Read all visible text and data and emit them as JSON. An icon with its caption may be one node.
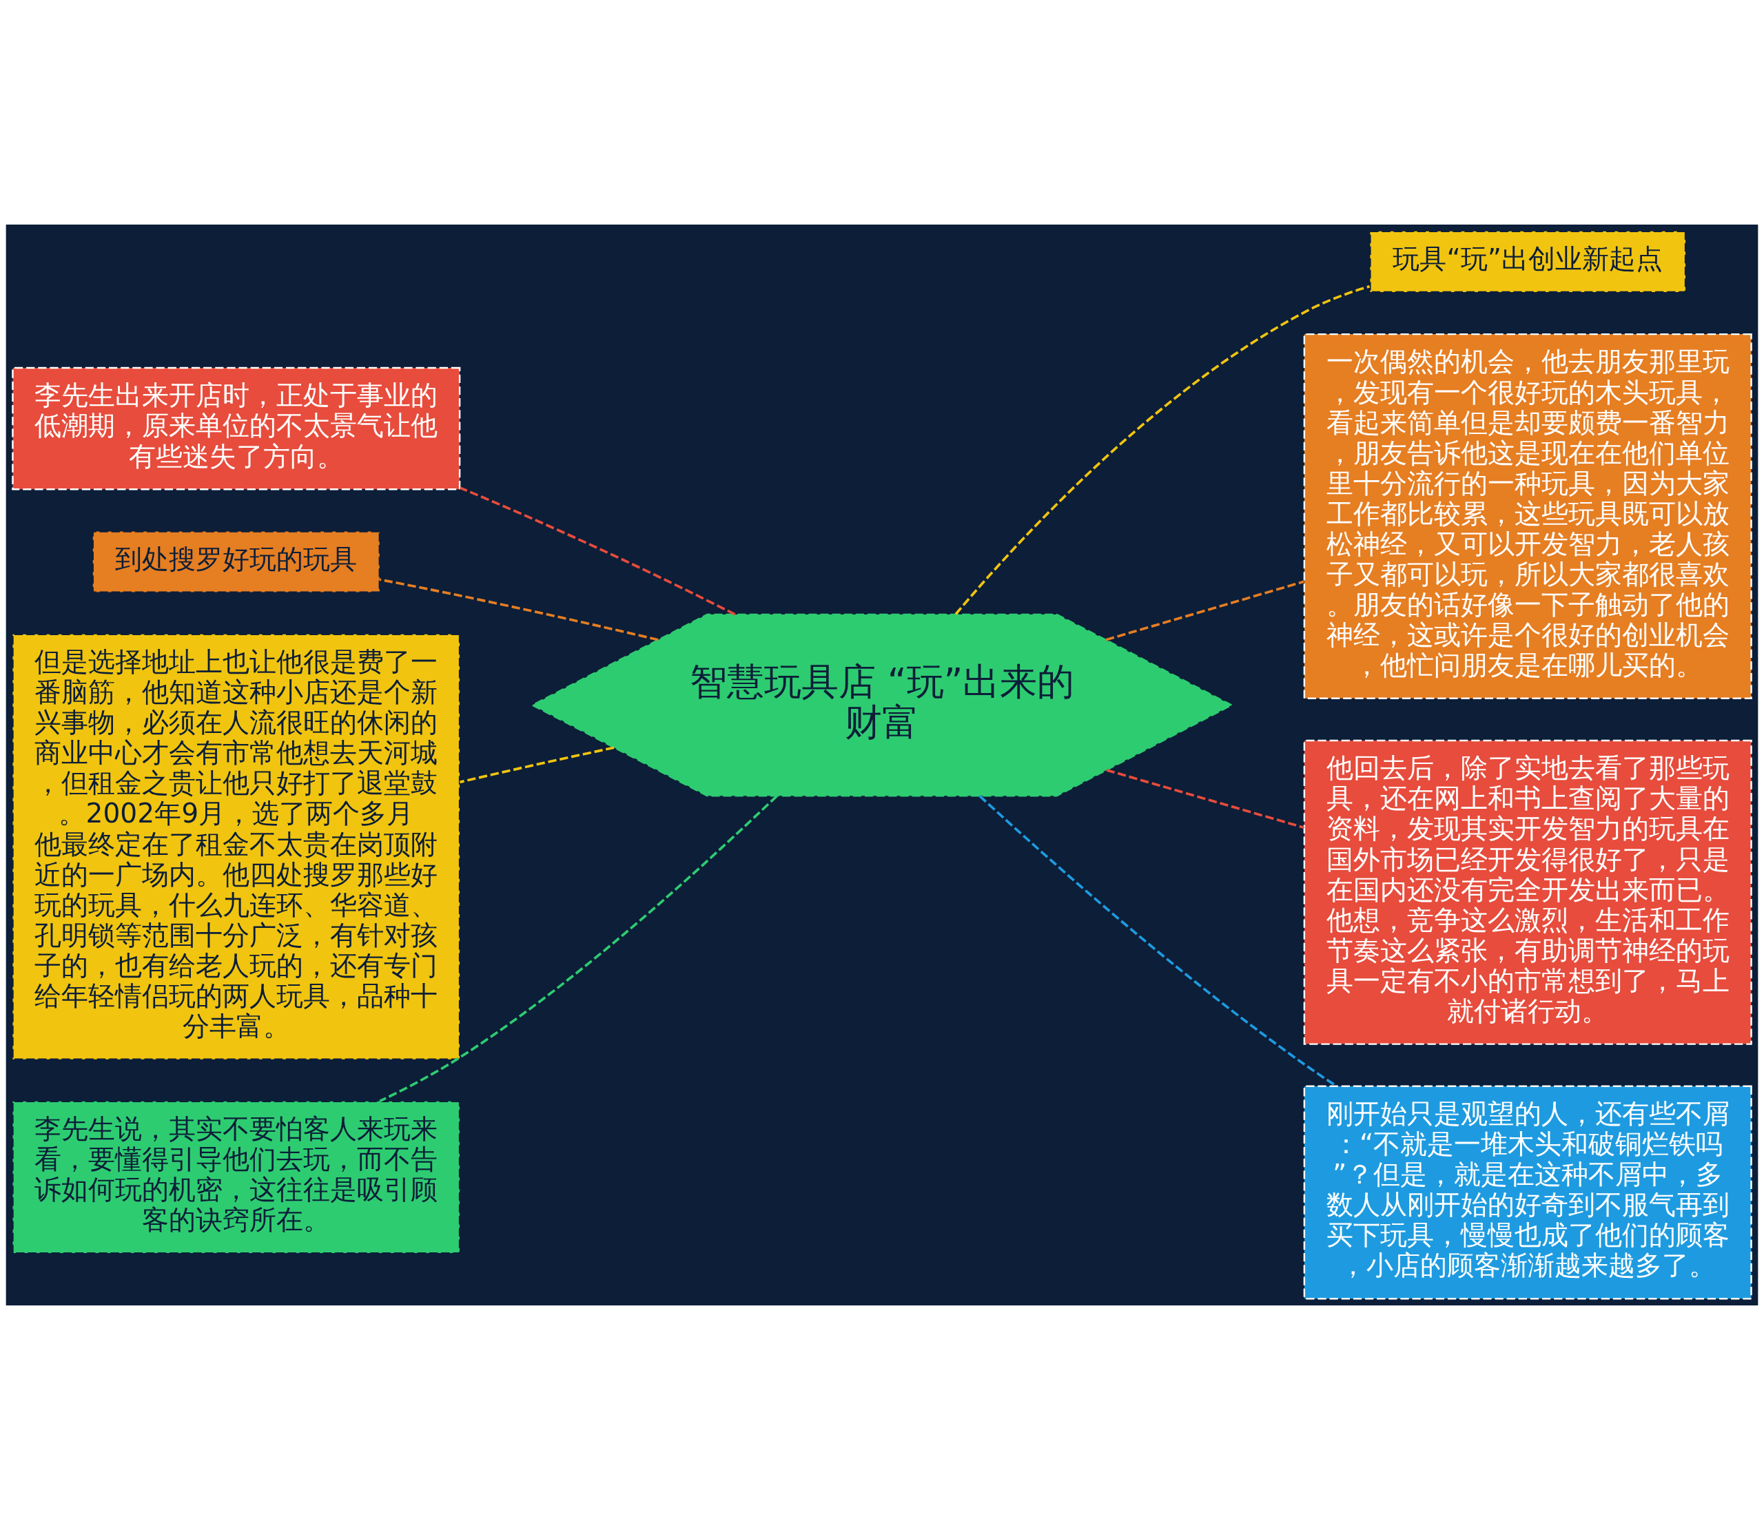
{
  "diagram": {
    "nodes": [
      {
        "text": [
          "智慧玩具店 “玩”出来的财富"
        ]
      },
      {
        "text": [
          "李先生出来开店时，正处于事业的低潮期，原来单位的不太景气让他有些迷失了方向。"
        ]
      },
      {
        "text": [
          "到处搜罗好玩的玩具"
        ]
      },
      {
        "text": [
          "但是选择地址上也让他很是费了一番脑筋，他知道这种小店还是个新兴事物，必须在人流很旺的休闲的商业中心才会有市常他想去天河城，但租金之贵让他只好打了退堂鼓。2002年9月，选了两个多月他最终定在了租金不太贵在岗顶附近的一广场内。他四处搜罗那些好玩的玩具，什么九连环、华容道、孔明锁等范围十分广泛，有针对孩子的，也有给老人玩的，还有专门给年轻情侣玩的两人玩具，品种十分丰富。"
        ]
      },
      {
        "text": [
          "李先生说，其实不要怕客人来玩来看，要懂得引导他们去玩，而不告诉如何玩的机密，这往往是吸引顾客的诀窍所在。"
        ]
      },
      {
        "text": [
          "玩具“玩”出创业新起点"
        ]
      },
      {
        "text": [
          "一次偶然的机会，他去朋友那里玩，发现有一个很好玩的木头玩具，看起来简单但是却要颇费一番智力，朋友告诉他这是现在在他们单位里十分流行的一种玩具，因为大家工作都比较累，这些玩具既可以放松神经，又可以开发智力，老人孩子又都可以玩，所以大家都很喜欢。朋友的话好像一下子触动了他的神经，这或许是个很好的创业机会，他忙问朋友是在哪儿买的。"
        ]
      },
      {
        "text": [
          "他回去后，除了实地去看了那些玩具，还在网上和书上查阅了大量的资料，发现其实开发智力的玩具在国外市场已经开发得很好了，只是在国内还没有完全开发出来而已。他想，竞争这么激烈，生活和工作节奏这么紧张，有助调节神经的玩具一定有不小的市常想到了，马上就付诸行动。"
        ]
      },
      {
        "text": [
          "刚开始只是观望的人，还有些不屑：“不就是一堆木头和破铜烂铁吗”？但是，就是在这种不屑中，多数人从刚开始的好奇到不服气再到买下玩具，慢慢也成了他们的顾客，小店的顾客渐渐越来越多了。"
        ]
      }
    ],
    "edges": [
      {
        "from": 0,
        "to": 1,
        "arrow": "none",
        "style": "dashed",
        "color": "#e74c3c"
      },
      {
        "from": 0,
        "to": 2,
        "arrow": "none",
        "style": "dashed",
        "color": "#e67e22"
      },
      {
        "from": 0,
        "to": 3,
        "arrow": "none",
        "style": "dashed",
        "color": "#f1c40f"
      },
      {
        "from": 0,
        "to": 4,
        "arrow": "none",
        "style": "dashed",
        "color": "#2ecc71"
      },
      {
        "from": 0,
        "to": 5,
        "arrow": "none",
        "style": "dashed",
        "color": "#f1c40f"
      },
      {
        "from": 0,
        "to": 6,
        "arrow": "none",
        "style": "dashed",
        "color": "#e67e22"
      },
      {
        "from": 0,
        "to": 7,
        "arrow": "none",
        "style": "dashed",
        "color": "#e74c3c"
      },
      {
        "from": 0,
        "to": 8,
        "arrow": "none",
        "style": "dashed",
        "color": "#1e9be0"
      }
    ]
  }
}
